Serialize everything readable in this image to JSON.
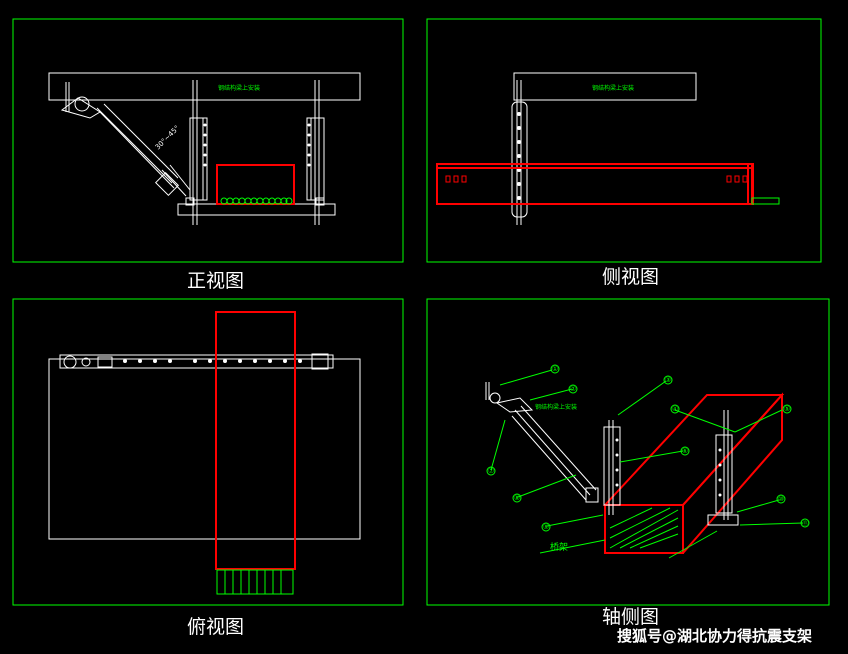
{
  "views": {
    "front": {
      "caption": "正视图",
      "beam_note": "钢结构梁上安装",
      "angle_note": "30°~45°"
    },
    "side": {
      "caption": "侧视图",
      "beam_note": "钢结构梁上安装"
    },
    "top": {
      "caption": "俯视图"
    },
    "axo": {
      "caption": "轴侧图",
      "tray_label": "桥架",
      "beam_note": "钢结构梁上安装",
      "callouts": [
        "①",
        "②",
        "③",
        "④",
        "⑤",
        "⑥",
        "⑦",
        "⑧",
        "⑨",
        "⑩",
        "⑪"
      ]
    }
  },
  "watermark": "搜狐号@湖北协力得抗震支架",
  "colors": {
    "frame": "#00ff00",
    "line": "#ffffff",
    "tray": "#ff0000",
    "background": "#000000"
  }
}
